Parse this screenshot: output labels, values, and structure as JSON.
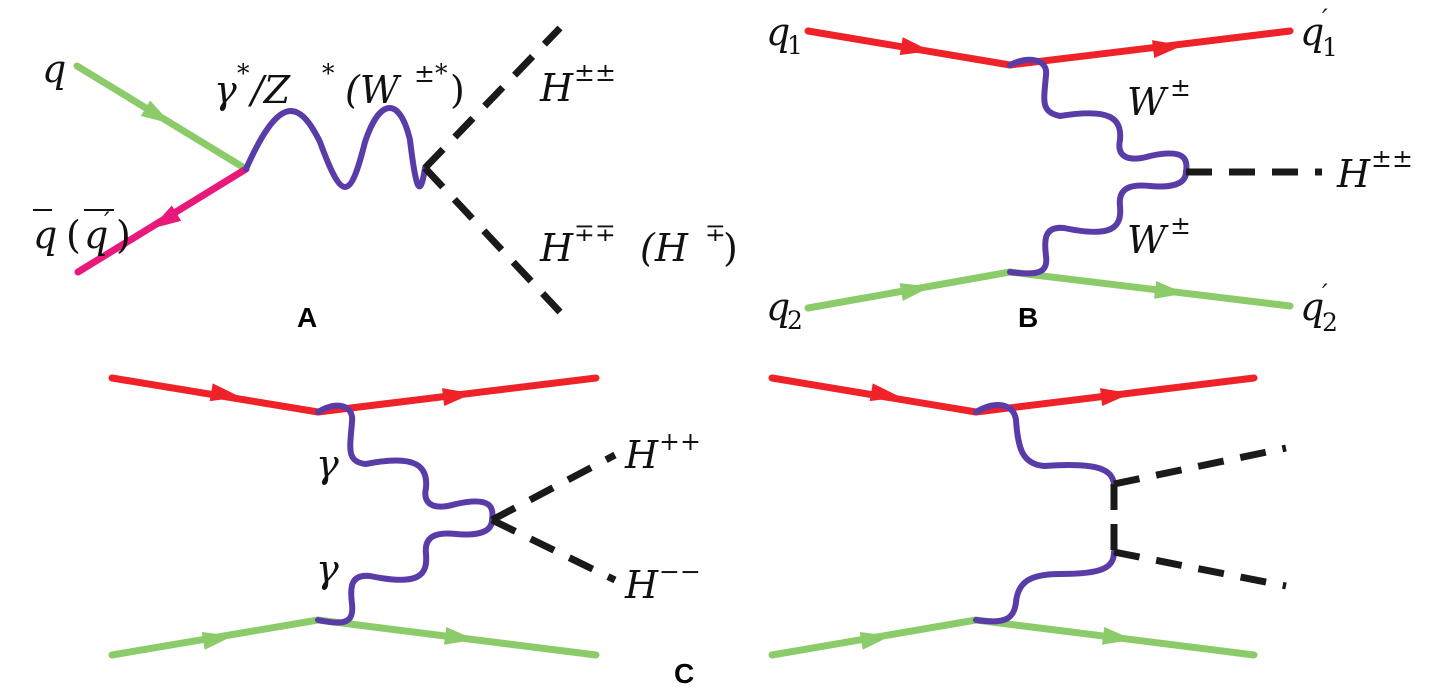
{
  "colors": {
    "quark_top": "#ee2228",
    "quark_bottom": "#8ccb6a",
    "antiquark": "#e8197a",
    "boson": "#5a3ca8",
    "scalar": "#1a1a1a"
  },
  "icons": [
    "arrow-icon"
  ],
  "panels": {
    "a": {
      "label": "A",
      "quark": "q",
      "antiquark_bar": "q",
      "antiquark_alt": "q",
      "antiquark_alt_prime": "′",
      "boson_gamma": "γ",
      "boson_star": "*",
      "boson_sep": "/Z",
      "boson_w": "(W",
      "boson_w_sup": "±*",
      "higgs_top": "H",
      "higgs_top_sup": "±±",
      "higgs_bottom": "H",
      "higgs_bottom_sup": "∓∓",
      "higgs_bottom_alt": "(H",
      "higgs_bottom_alt_sup": "∓"
    },
    "b": {
      "label": "B",
      "q1": "q",
      "q1_sub": "1",
      "q1p": "q",
      "q1p_sub": "1",
      "q1p_prime": "′",
      "q2": "q",
      "q2_sub": "2",
      "q2p": "q",
      "q2p_sub": "2",
      "q2p_prime": "′",
      "w_top": "W",
      "w_top_sup": "±",
      "w_bottom": "W",
      "w_bottom_sup": "±",
      "higgs": "H",
      "higgs_sup": "±±"
    },
    "c": {
      "label": "C",
      "gamma_top": "γ",
      "gamma_bottom": "γ",
      "higgs_pp": "H",
      "higgs_pp_sup": "++",
      "higgs_mm": "H",
      "higgs_mm_sup": "−−"
    }
  }
}
